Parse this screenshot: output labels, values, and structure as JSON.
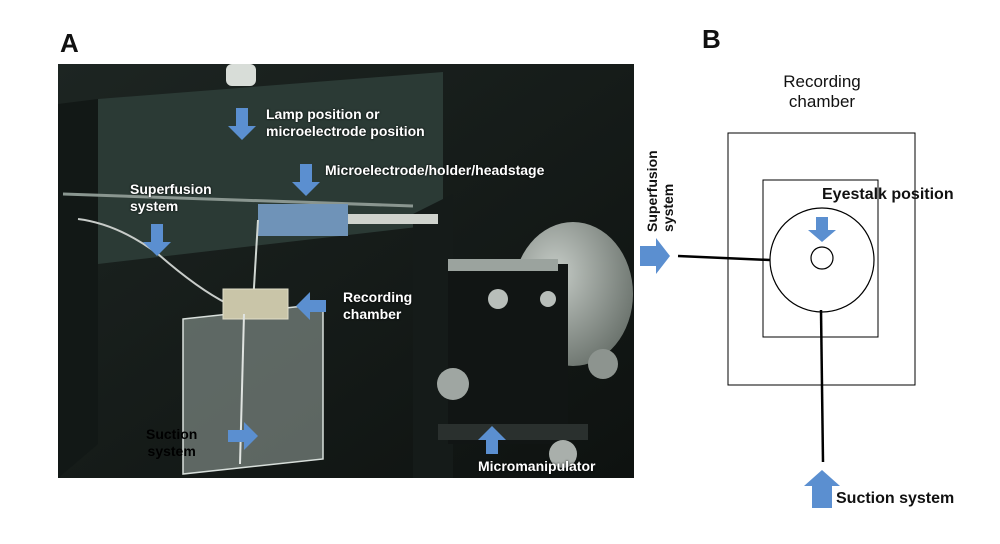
{
  "panel_a": {
    "letter": "A",
    "labels": {
      "lamp": [
        "Lamp position or",
        "microelectrode position"
      ],
      "microelectrode": "Microelectrode/holder/headstage",
      "superfusion": [
        "Superfusion",
        "system"
      ],
      "recording": [
        "Recording",
        "chamber"
      ],
      "suction": [
        "Suction",
        "system"
      ],
      "micromanipulator": "Micromanipulator"
    }
  },
  "panel_b": {
    "letter": "B",
    "title": [
      "Recording",
      "chamber"
    ],
    "eyestalk": "Eyestalk position",
    "superfusion": [
      "Superfusion",
      "system"
    ],
    "suction": "Suction system"
  },
  "colors": {
    "arrow": "#5b8fd0",
    "line": "#000000"
  }
}
